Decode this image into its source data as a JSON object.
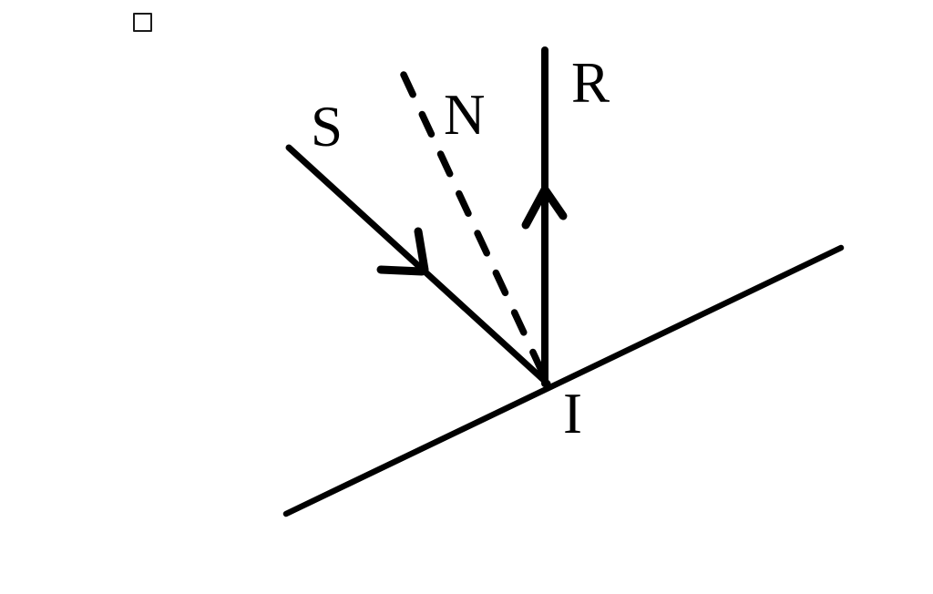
{
  "page": {
    "background_color": "#ffffff",
    "ink_color": "#000000"
  },
  "checkbox": {
    "state": "unchecked"
  },
  "diagram": {
    "type": "reflection-ray-diagram",
    "labels": {
      "incident_ray": "S",
      "normal": "N",
      "reflected_ray": "R",
      "point_of_incidence": "I"
    }
  }
}
